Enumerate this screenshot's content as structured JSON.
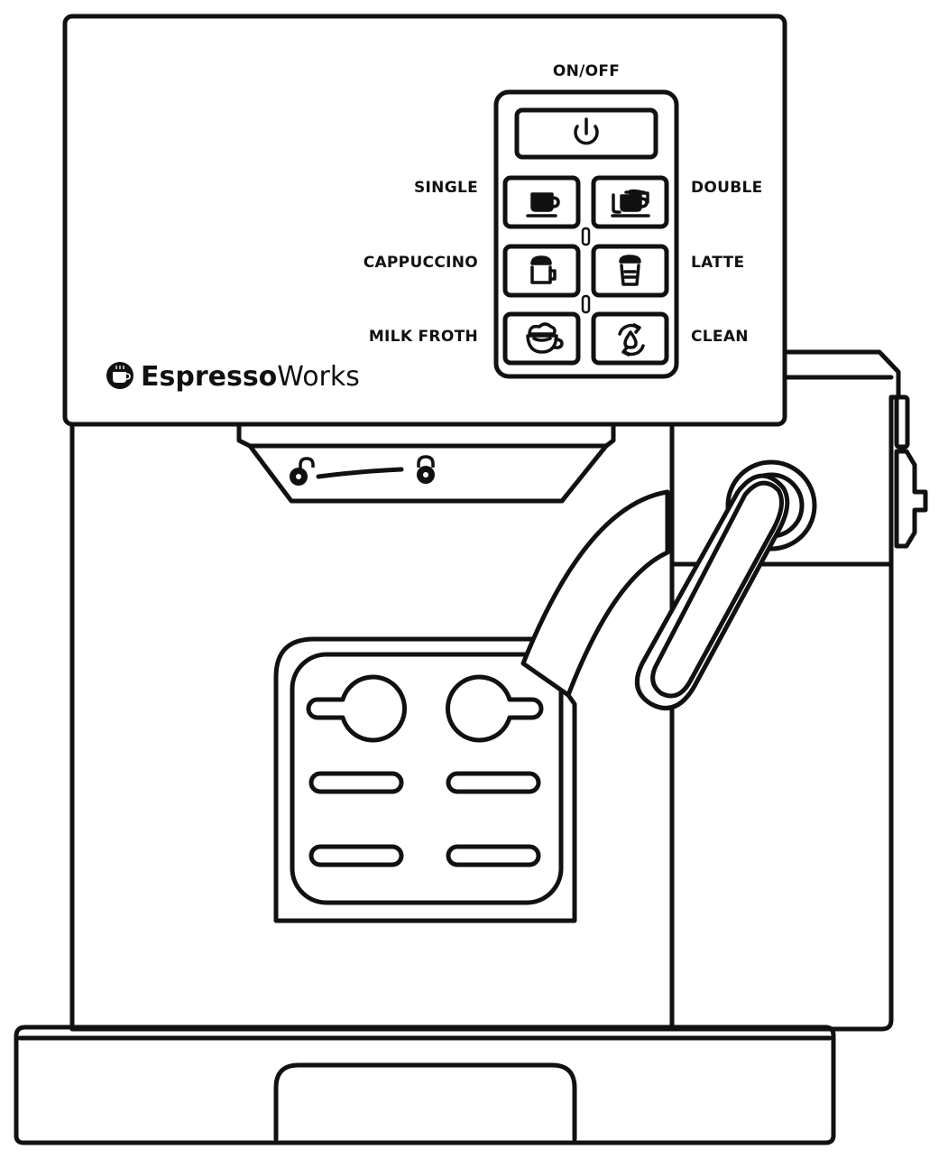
{
  "diagram": {
    "labels": {
      "on_off": "ON/OFF",
      "single": "SINGLE",
      "double": "DOUBLE",
      "cappuccino": "CAPPUCCINO",
      "latte": "LATTE",
      "milk_froth": "MILK FROTH",
      "clean": "CLEAN"
    },
    "brand": {
      "bold": "Espresso",
      "regular": "Works",
      "logo_icon": "coffee-cup-logo-icon"
    },
    "icons": {
      "power": "power-icon",
      "single": "single-cup-icon",
      "double": "double-cup-icon",
      "cappuccino": "cappuccino-cup-icon",
      "latte": "latte-glass-icon",
      "milk_froth": "milk-froth-cup-icon",
      "clean": "clean-cycle-icon",
      "unlock": "unlock-icon",
      "lock": "lock-icon"
    },
    "colors": {
      "line": "#111111",
      "background": "#ffffff"
    }
  }
}
